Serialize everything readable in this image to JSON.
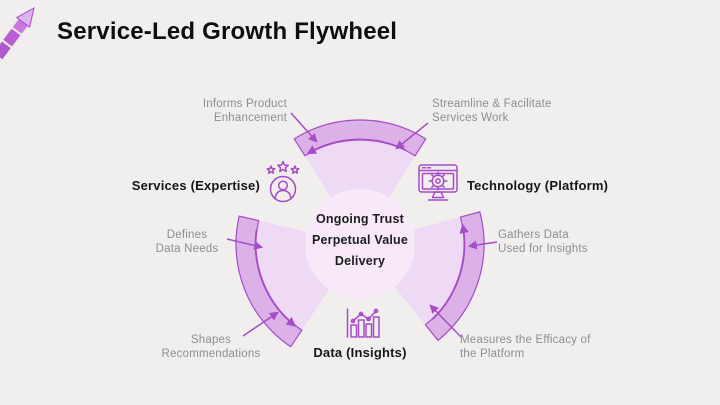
{
  "slide": {
    "title": "Service-Led Growth Flywheel"
  },
  "colors": {
    "background": "#f0efee",
    "accent_purple": "#a64cc6",
    "band_fill": "#dcb1e8",
    "wedge_fill": "#eedaf4",
    "center_fill": "#f7e9f8",
    "heading_text": "#0e0e0e",
    "annotation_text": "#8e8e92",
    "logo_dark": "#b158cd",
    "logo_mid": "#ba5fd3",
    "logo_bright": "#c977df",
    "logo_light": "#dfb2f0"
  },
  "logo": {
    "icon": "rising-arrow-logo"
  },
  "flywheel": {
    "center_lines": [
      "Ongoing Trust",
      "Perpetual Value",
      "Delivery"
    ],
    "segments": [
      {
        "id": "services",
        "label": "Services (Expertise)",
        "icon": "people-stars-icon"
      },
      {
        "id": "technology",
        "label": "Technology (Platform)",
        "icon": "monitor-gear-icon"
      },
      {
        "id": "data",
        "label": "Data (Insights)",
        "icon": "bar-chart-icon"
      }
    ],
    "annotations": [
      {
        "id": "informs",
        "lines": [
          "Informs Product",
          "Enhancement"
        ]
      },
      {
        "id": "streamline",
        "lines": [
          "Streamline & Facilitate",
          "Services Work"
        ]
      },
      {
        "id": "defines",
        "lines": [
          "Defines",
          "Data Needs"
        ]
      },
      {
        "id": "gathers",
        "lines": [
          "Gathers Data",
          "Used for Insights"
        ]
      },
      {
        "id": "shapes",
        "lines": [
          "Shapes",
          "Recommendations"
        ]
      },
      {
        "id": "measures",
        "lines": [
          "Measures the Efficacy of",
          "the Platform"
        ]
      }
    ]
  }
}
